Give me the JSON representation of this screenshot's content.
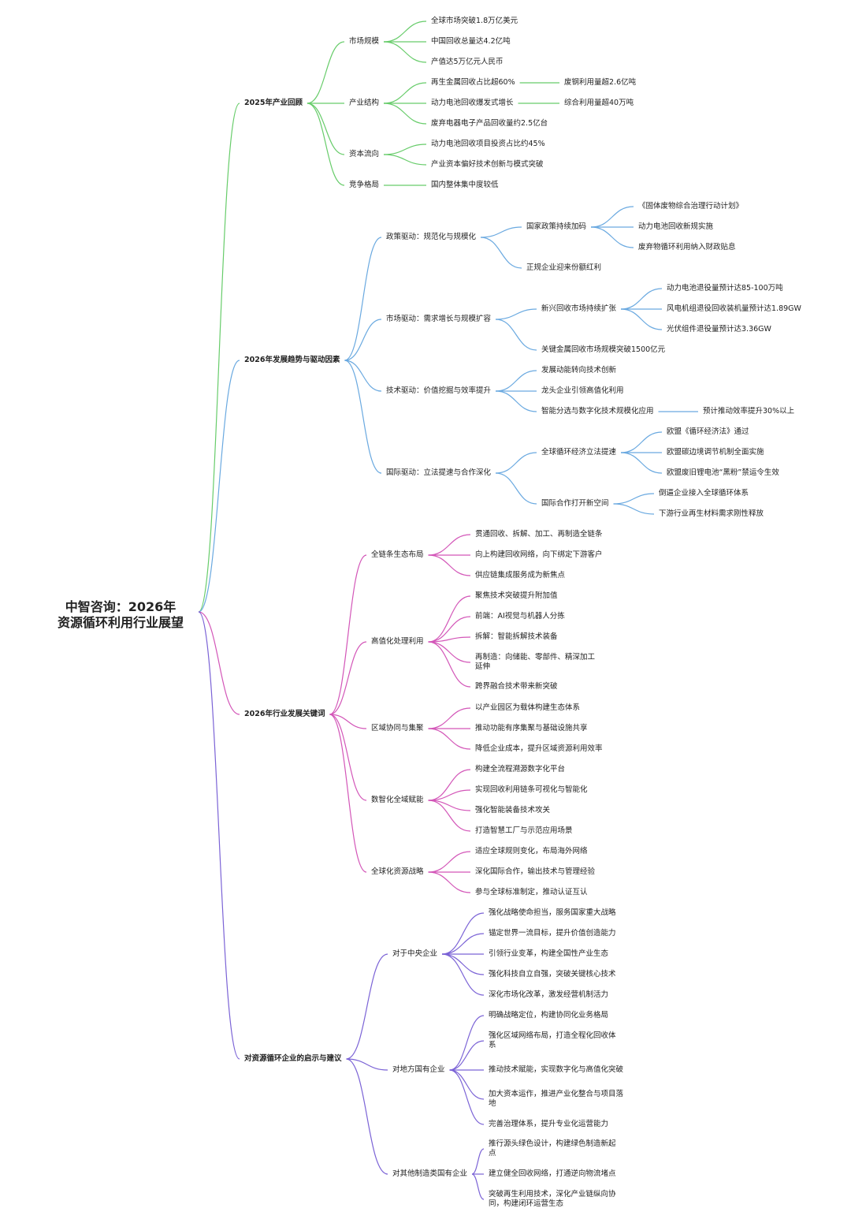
{
  "root": {
    "title_line1": "中智咨询：2026年",
    "title_line2": "资源循环利用行业展望"
  },
  "colors": {
    "green": "#67cc6a",
    "blue": "#6aa9e0",
    "pink": "#d356b8",
    "purple": "#7b63d6"
  },
  "branches": [
    {
      "label": "2025年产业回顾",
      "color": "green",
      "children": [
        {
          "label": "市场规模",
          "children": [
            {
              "label": "全球市场突破1.8万亿美元"
            },
            {
              "label": "中国回收总量达4.2亿吨"
            },
            {
              "label": "产值达5万亿元人民币"
            }
          ]
        },
        {
          "label": "产业结构",
          "children": [
            {
              "label": "再生金属回收占比超60%",
              "children": [
                {
                  "label": "废钢利用量超2.6亿吨"
                }
              ]
            },
            {
              "label": "动力电池回收爆发式增长",
              "children": [
                {
                  "label": "综合利用量超40万吨"
                }
              ]
            },
            {
              "label": "废弃电器电子产品回收量约2.5亿台"
            }
          ]
        },
        {
          "label": "资本流向",
          "children": [
            {
              "label": "动力电池回收项目投资占比约45%"
            },
            {
              "label": "产业资本偏好技术创新与模式突破"
            }
          ]
        },
        {
          "label": "竞争格局",
          "children": [
            {
              "label": "国内整体集中度较低"
            }
          ]
        }
      ]
    },
    {
      "label": "2026年发展趋势与驱动因素",
      "color": "blue",
      "children": [
        {
          "label": "政策驱动：规范化与规模化",
          "children": [
            {
              "label": "国家政策持续加码",
              "children": [
                {
                  "label": "《固体废物综合治理行动计划》"
                },
                {
                  "label": "动力电池回收新规实施"
                },
                {
                  "label": "废弃物循环利用纳入财政贴息"
                }
              ]
            },
            {
              "label": "正规企业迎来份额红利"
            }
          ]
        },
        {
          "label": "市场驱动：需求增长与规模扩容",
          "children": [
            {
              "label": "新兴回收市场持续扩张",
              "children": [
                {
                  "label": "动力电池退役量预计达85-100万吨"
                },
                {
                  "label": "风电机组退役回收装机量预计达1.89GW"
                },
                {
                  "label": "光伏组件退役量预计达3.36GW"
                }
              ]
            },
            {
              "label": "关键金属回收市场规模突破1500亿元"
            }
          ]
        },
        {
          "label": "技术驱动：价值挖掘与效率提升",
          "children": [
            {
              "label": "发展动能转向技术创新"
            },
            {
              "label": "龙头企业引领高值化利用"
            },
            {
              "label": "智能分选与数字化技术规模化应用",
              "children": [
                {
                  "label": "预计推动效率提升30%以上"
                }
              ]
            }
          ]
        },
        {
          "label": "国际驱动：立法提速与合作深化",
          "children": [
            {
              "label": "全球循环经济立法提速",
              "children": [
                {
                  "label": "欧盟《循环经济法》通过"
                },
                {
                  "label": "欧盟碳边境调节机制全面实施"
                },
                {
                  "label": "欧盟废旧锂电池“黑粉”禁运令生效"
                }
              ]
            },
            {
              "label": "国际合作打开新空间",
              "children": [
                {
                  "label": "倒逼企业接入全球循环体系"
                },
                {
                  "label": "下游行业再生材料需求刚性释放"
                }
              ]
            }
          ]
        }
      ]
    },
    {
      "label": "2026年行业发展关键词",
      "color": "pink",
      "children": [
        {
          "label": "全链条生态布局",
          "children": [
            {
              "label": "贯通回收、拆解、加工、再制造全链条"
            },
            {
              "label": "向上构建回收网络，向下绑定下游客户"
            },
            {
              "label": "供应链集成服务成为新焦点"
            }
          ]
        },
        {
          "label": "高值化处理利用",
          "children": [
            {
              "label": "聚焦技术突破提升附加值"
            },
            {
              "label": "前端：AI视觉与机器人分拣"
            },
            {
              "label": "拆解：智能拆解技术装备"
            },
            {
              "label": "再制造：向储能、零部件、精深加工延伸"
            },
            {
              "label": "跨界融合技术带来新突破"
            }
          ]
        },
        {
          "label": "区域协同与集聚",
          "children": [
            {
              "label": "以产业园区为载体构建生态体系"
            },
            {
              "label": "推动功能有序集聚与基础设施共享"
            },
            {
              "label": "降低企业成本，提升区域资源利用效率"
            }
          ]
        },
        {
          "label": "数智化全域赋能",
          "children": [
            {
              "label": "构建全流程溯源数字化平台"
            },
            {
              "label": "实现回收利用链条可视化与智能化"
            },
            {
              "label": "强化智能装备技术攻关"
            },
            {
              "label": "打造智慧工厂与示范应用场景"
            }
          ]
        },
        {
          "label": "全球化资源战略",
          "children": [
            {
              "label": "适应全球规则变化，布局海外网络"
            },
            {
              "label": "深化国际合作，输出技术与管理经验"
            },
            {
              "label": "参与全球标准制定，推动认证互认"
            }
          ]
        }
      ]
    },
    {
      "label": "对资源循环企业的启示与建议",
      "color": "purple",
      "children": [
        {
          "label": "对于中央企业",
          "children": [
            {
              "label": "强化战略使命担当，服务国家重大战略"
            },
            {
              "label": "锚定世界一流目标，提升价值创造能力"
            },
            {
              "label": "引领行业变革，构建全国性产业生态"
            },
            {
              "label": "强化科技自立自强，突破关键核心技术"
            },
            {
              "label": "深化市场化改革，激发经营机制活力"
            }
          ]
        },
        {
          "label": "对地方国有企业",
          "children": [
            {
              "label": "明确战略定位，构建协同化业务格局"
            },
            {
              "label": "强化区域网络布局，打造全程化回收体系"
            },
            {
              "label": "推动技术赋能，实现数字化与高值化突破"
            },
            {
              "label": "加大资本运作，推进产业化整合与项目落地"
            },
            {
              "label": "完善治理体系，提升专业化运营能力"
            }
          ]
        },
        {
          "label": "对其他制造类国有企业",
          "children": [
            {
              "label": "推行源头绿色设计，构建绿色制造新起点"
            },
            {
              "label": "建立健全回收网络，打通逆向物流堵点"
            },
            {
              "label": "突破再生利用技术，深化产业链纵向协同，构建闭环运营生态"
            }
          ]
        }
      ]
    }
  ]
}
